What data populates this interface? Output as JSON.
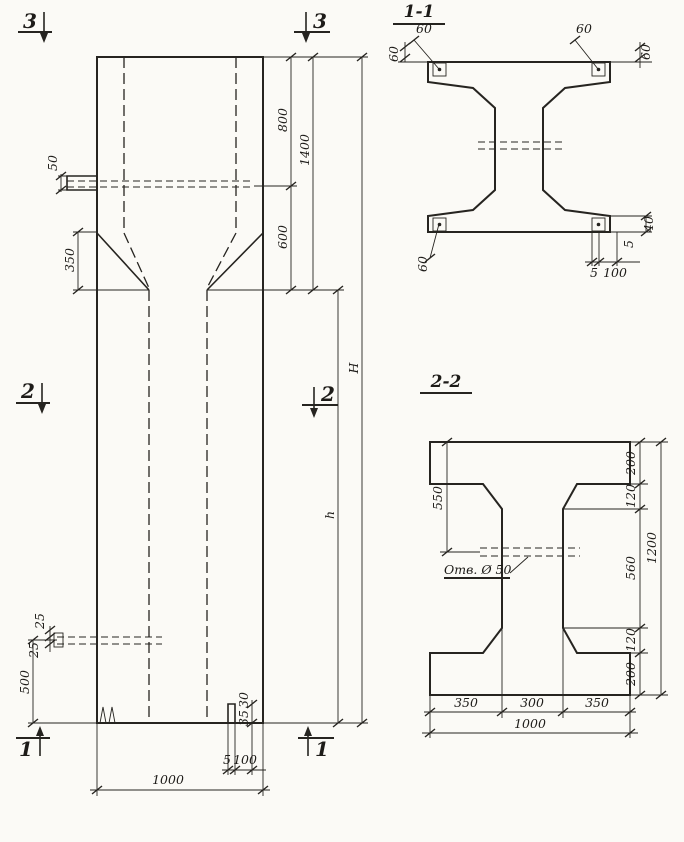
{
  "drawing": {
    "kind": "structural column elevation with cross sections",
    "line_color": "#262420",
    "background": "#fbfaf6"
  },
  "elevation": {
    "marks": {
      "m3": "3",
      "m2": "2",
      "m1": "1"
    },
    "dims": {
      "d50": "50",
      "d350": "350",
      "d800": "800",
      "d1400": "1400",
      "d600": "600",
      "dH": "H",
      "dh": "h",
      "d500": "500",
      "d25": "25",
      "d30": "30",
      "d35": "35",
      "d5": "5",
      "d100": "100",
      "d1000": "1000"
    }
  },
  "section1": {
    "title": "1-1",
    "dims": {
      "d60": "60",
      "d5": "5",
      "d100": "100",
      "d40": "40"
    }
  },
  "section2": {
    "title": "2-2",
    "hole_label": "Отв. Ø 50",
    "dims": {
      "d550": "550",
      "d200": "200",
      "d120": "120",
      "d560": "560",
      "d1200": "1200",
      "d350": "350",
      "d300": "300",
      "d1000": "1000"
    }
  }
}
